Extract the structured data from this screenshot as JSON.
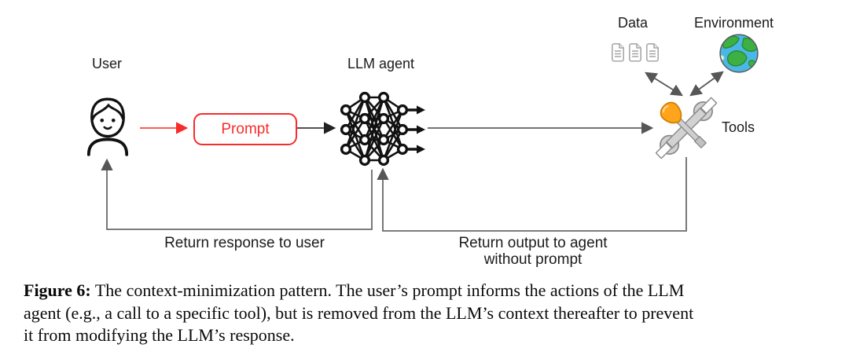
{
  "figure_caption": {
    "label": "Figure 6:",
    "line1": "The context-minimization pattern. The user’s prompt informs the actions of the LLM",
    "line2": "agent (e.g., a call to a specific tool), but is removed from the LLM’s context thereafter to prevent",
    "line3": "it from modifying the LLM’s response."
  },
  "diagram": {
    "labels": {
      "user": "User",
      "llm_agent": "LLM agent",
      "data": "Data",
      "environment": "Environment",
      "tools": "Tools"
    },
    "prompt_box": {
      "text": "Prompt"
    },
    "flow_labels": {
      "return_response": "Return response to user",
      "return_output_line1": "Return output to agent",
      "return_output_line2": "without prompt"
    },
    "icons": {
      "user": "person-icon",
      "llm_agent": "neural-network-icon",
      "data": "documents-icon",
      "environment": "globe-icon",
      "tools": "screwdriver-and-wrench-icon"
    },
    "colors": {
      "prompt_accent": "#f82c2c",
      "line_gray": "#616161",
      "line_dark": "#3a3a3a",
      "icon_black": "#111111",
      "doc_gray": "#a8a8a8",
      "globe_ocean": "#49b8e8",
      "globe_land": "#3cb043",
      "tool_orange": "#ffa41b",
      "tool_gray": "#d2d2d2"
    }
  }
}
